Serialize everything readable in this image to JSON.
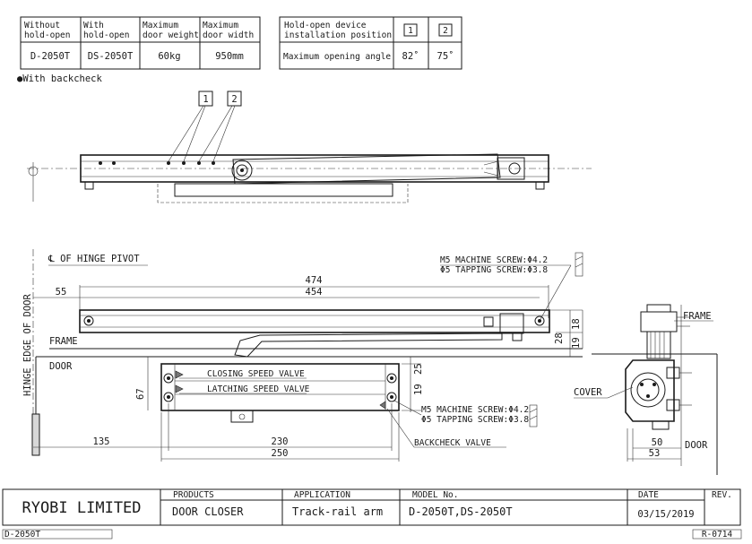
{
  "spec_table": {
    "headers": [
      "Without\nhold-open",
      "With\nhold-open",
      "Maximum\ndoor weight",
      "Maximum\ndoor width"
    ],
    "values": [
      "D-2050T",
      "DS-2050T",
      "60kg",
      "950mm"
    ]
  },
  "angle_table": {
    "header": "Hold-open device\ninstallation position",
    "positions": [
      "1",
      "2"
    ],
    "row_label": "Maximum opening angle",
    "angles": [
      "82˚",
      "75˚"
    ]
  },
  "backcheck_note": "●With backcheck",
  "callouts": [
    "1",
    "2"
  ],
  "labels": {
    "hinge_pivot": "℄ OF HINGE PIVOT",
    "hinge_edge": "HINGE EDGE OF DOOR",
    "frame_left": "FRAME",
    "door_left": "DOOR",
    "frame_right": "FRAME",
    "door_right": "DOOR",
    "cover": "COVER",
    "closing_valve": "CLOSING SPEED VALVE",
    "latching_valve": "LATCHING SPEED VALVE",
    "backcheck_valve": "BACKCHECK VALVE",
    "screw_top_1": "M5 MACHINE SCREW:Φ4.2",
    "screw_top_2": "Φ5 TAPPING SCREW:Φ3.8",
    "screw_mid_1": "M5 MACHINE SCREW:Φ4.2",
    "screw_mid_2": "Φ5 TAPPING SCREW:Φ3.8"
  },
  "dimensions": {
    "d474": "474",
    "d454": "454",
    "d55": "55",
    "d28": "28",
    "d19a": "19",
    "d18": "18",
    "d25": "25",
    "d19b": "19",
    "d67": "67",
    "d135": "135",
    "d230": "230",
    "d250": "250",
    "d50": "50",
    "d53": "53"
  },
  "title_block": {
    "company": "RYOBI LIMITED",
    "products_label": "PRODUCTS",
    "products_value": "DOOR CLOSER",
    "application_label": "APPLICATION",
    "application_value": "Track-rail arm",
    "model_label": "MODEL No.",
    "model_value": "D-2050T,DS-2050T",
    "date_label": "DATE",
    "date_value": "03/15/2019",
    "rev_label": "REV."
  },
  "footer": {
    "left": "D-2050T",
    "right": "R-0714"
  }
}
